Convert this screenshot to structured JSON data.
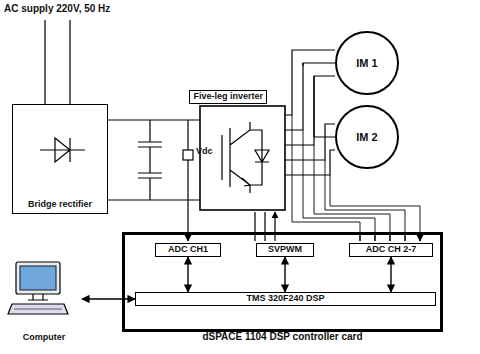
{
  "diagram": {
    "nodes": [
      {
        "text": [
          "Bridge rectifier"
        ]
      },
      {
        "text": [
          "Five-leg inverter"
        ]
      },
      {
        "text": [
          "IM 1"
        ]
      },
      {
        "text": [
          "IM 2"
        ]
      },
      {
        "text": [
          "dSPACE 1104 DSP controller card"
        ]
      },
      {
        "text": [
          "ADC CH1"
        ],
        "in": 4
      },
      {
        "text": [
          "SVPWM"
        ],
        "in": 4
      },
      {
        "text": [
          "ADC CH 2-7"
        ],
        "in": 4
      },
      {
        "text": [
          "TMS 320F240 DSP"
        ],
        "in": 4
      },
      {
        "text": [
          "Computer"
        ]
      }
    ],
    "edges": [
      {
        "from": 5,
        "to": 8,
        "arrow": "both"
      },
      {
        "from": 6,
        "to": 8,
        "arrow": "both"
      },
      {
        "from": 7,
        "to": 8,
        "arrow": "both"
      },
      {
        "from": 9,
        "to": 8,
        "arrow": "both"
      }
    ],
    "labels": [
      "AC supply 220V, 50 Hz",
      "Vdc"
    ]
  }
}
